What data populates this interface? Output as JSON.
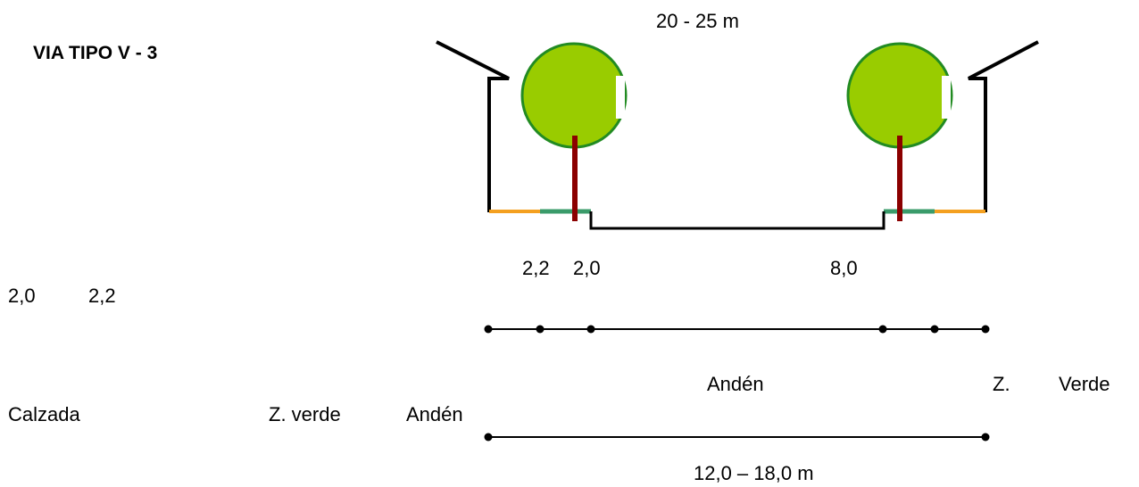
{
  "title": "VIA  TIPO V - 3",
  "top_width": "20 - 25 m",
  "dims": {
    "a": "2,2",
    "b": "2,0",
    "c": "8,0",
    "d": "2,0",
    "e": "2,2"
  },
  "labels": {
    "anden_right": "Andén",
    "z_right": "Z.",
    "verde_right": "Verde",
    "calzada": "Calzada",
    "z_verde": "Z. verde",
    "anden_left": "Andén"
  },
  "bottom_width": "12,0 – 18,0 m",
  "colors": {
    "tree_fill": "#99cc00",
    "tree_outline": "#228b22",
    "trunk": "#8b0000",
    "green_strip": "#3a9b6a",
    "orange_strip": "#f4a020",
    "line": "#000000"
  }
}
